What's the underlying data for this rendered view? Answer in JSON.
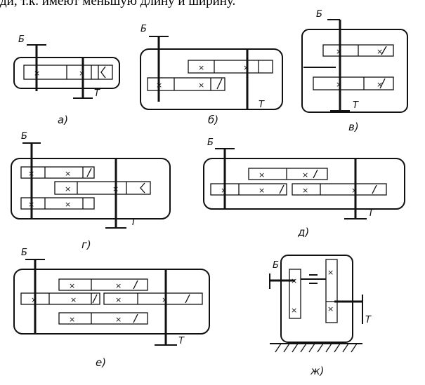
{
  "header": {
    "text": "ди, т.к. имеют меньшую длину и ширину."
  },
  "labels": {
    "input": "Б",
    "output": "Т"
  },
  "captions": {
    "a": "а)",
    "b": "б)",
    "v": "в)",
    "g": "г)",
    "d": "д)",
    "e": "е)",
    "zh": "ж)"
  },
  "gear_mark": "×"
}
